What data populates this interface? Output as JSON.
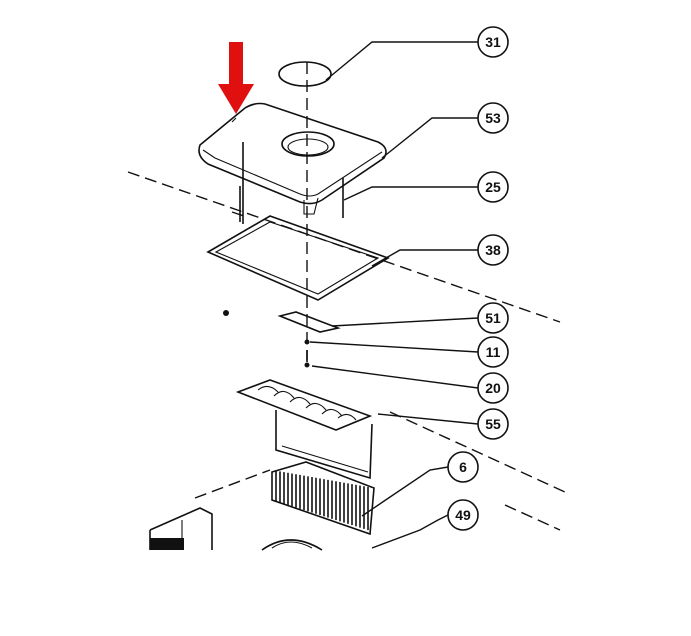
{
  "diagram": {
    "arrow_color": "#e01010",
    "line_color": "#111111",
    "background": "#ffffff",
    "callouts": [
      {
        "id": "31",
        "label": "31"
      },
      {
        "id": "53",
        "label": "53"
      },
      {
        "id": "25",
        "label": "25"
      },
      {
        "id": "38",
        "label": "38"
      },
      {
        "id": "51",
        "label": "51"
      },
      {
        "id": "11",
        "label": "11"
      },
      {
        "id": "20",
        "label": "20"
      },
      {
        "id": "55",
        "label": "55"
      },
      {
        "id": "6",
        "label": "6"
      },
      {
        "id": "49",
        "label": "49"
      }
    ]
  }
}
